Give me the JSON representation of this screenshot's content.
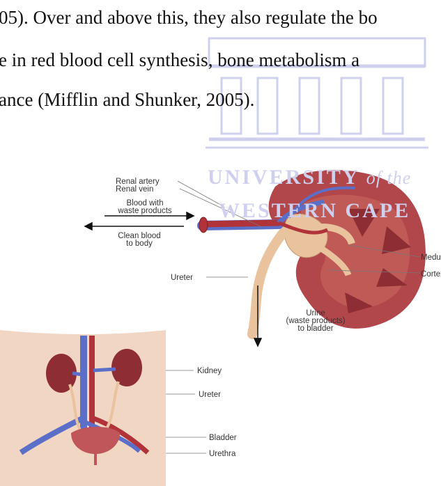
{
  "text": {
    "line1": "05). Over and above this, they also regulate the bo",
    "line2": "e in red blood cell synthesis, bone metabolism a",
    "line3": "ance (Mifflin and Shunker, 2005)."
  },
  "watermark": {
    "line1_main": "UNIVERSITY ",
    "line1_of": "of the",
    "line2": "WESTERN CAPE"
  },
  "figure_labels": {
    "renal_artery": "Renal artery",
    "renal_vein": "Renal vein",
    "blood_waste_1": "Blood with",
    "blood_waste_2": "waste products",
    "clean_blood_1": "Clean blood",
    "clean_blood_2": "to body",
    "ureter_top": "Ureter",
    "medulla": "Medulla",
    "cortex": "Cortex",
    "urine_1": "Urine",
    "urine_2": "(waste products)",
    "urine_3": "to bladder",
    "kidney": "Kidney",
    "ureter_bottom": "Ureter",
    "bladder": "Bladder",
    "urethra": "Urethra"
  },
  "colors": {
    "watermark": "#cfd0ee",
    "artery": "#b0333a",
    "vein": "#5b6fc9",
    "kidney_outer": "#b1474b",
    "kidney_inner": "#d89a8a",
    "ureter": "#e8c39e",
    "skin": "#f1d6c4"
  }
}
